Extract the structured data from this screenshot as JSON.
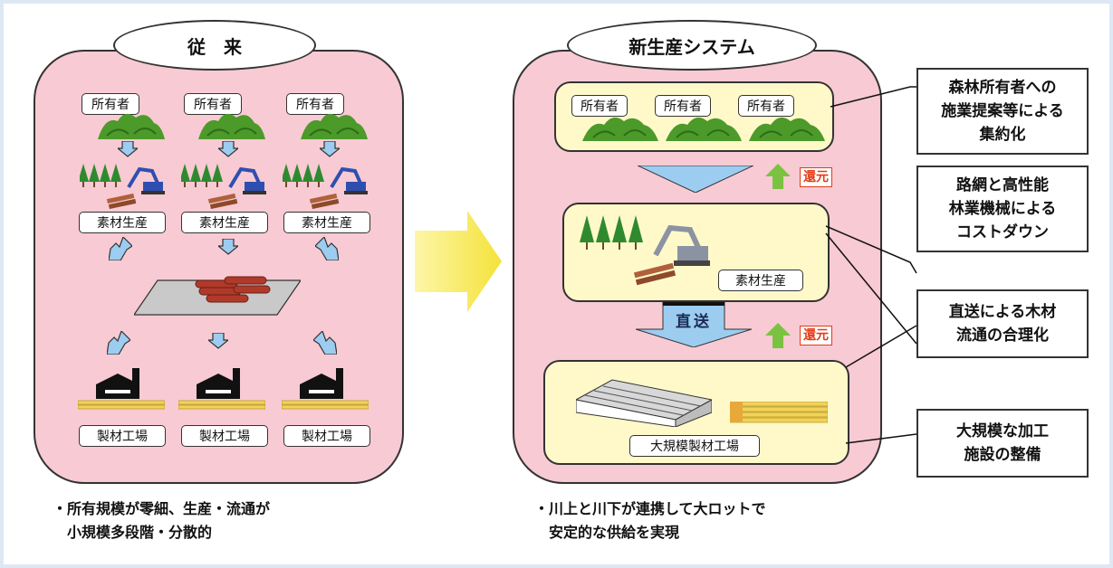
{
  "left": {
    "title": "従　来",
    "owner_label": "所有者",
    "production_label": "素材生産",
    "mill_label": "製材工場",
    "caption": "・所有規模が零細、生産・流通が\n　小規模多段階・分散的"
  },
  "right": {
    "title": "新生産システム",
    "owner_label": "所有者",
    "production_label": "素材生産",
    "direct_label": "直送",
    "return_label": "還元",
    "mill_label": "大規模製材工場",
    "caption": "・川上と川下が連携して大ロットで\n　安定的な供給を実現"
  },
  "callouts": [
    "森林所有者への\n施業提案等による\n集約化",
    "路網と高性能\n林業機械による\nコストダウン",
    "直送による木材\n流通の合理化",
    "大規模な加工\n施設の整備"
  ],
  "colors": {
    "panel": "#f8cad3",
    "yellow_box": "#fff9c9",
    "blue_arrow": "#9ccdf0",
    "green_arrow": "#7cc242",
    "big_arrow": "#f7e94a",
    "return_text": "#e23b17"
  },
  "icons": [
    "forest-icon",
    "harvester-icon",
    "log-pile-icon",
    "factory-icon",
    "lumber-icon"
  ]
}
